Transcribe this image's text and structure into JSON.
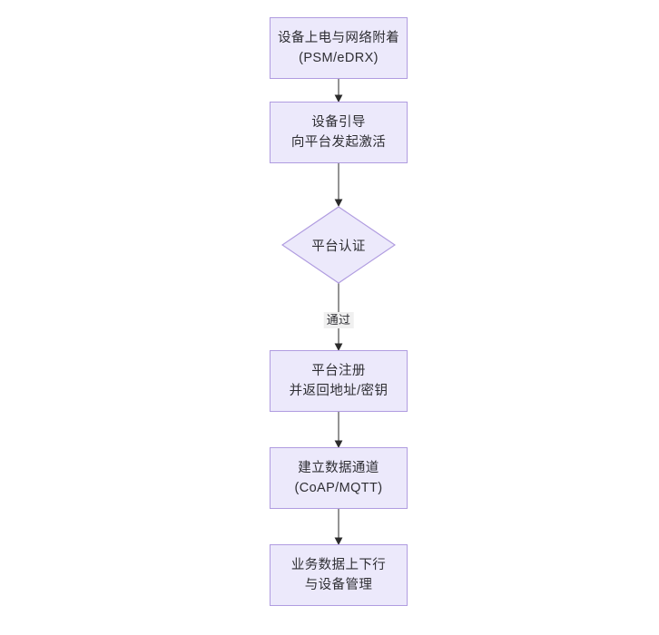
{
  "diagram": {
    "title_visible": false,
    "background_color": "#ffffff",
    "node_fill": "#ece9fb",
    "node_border": "#b09ce0",
    "text_color": "#2e2e33",
    "edge_color": "#5a5a5a",
    "edge_label_bg": "#f0f0f0",
    "nodes": [
      {
        "id": "power-on",
        "shape": "rect",
        "line1": "设备上电与网络附着",
        "line2": "(PSM/eDRX)"
      },
      {
        "id": "bootstrap",
        "shape": "rect",
        "line1": "设备引导",
        "line2": "向平台发起激活"
      },
      {
        "id": "platform-auth",
        "shape": "diamond",
        "line1": "平台认证",
        "line2": ""
      },
      {
        "id": "platform-register",
        "shape": "rect",
        "line1": "平台注册",
        "line2": "并返回地址/密钥"
      },
      {
        "id": "data-channel",
        "shape": "rect",
        "line1": "建立数据通道",
        "line2": "(CoAP/MQTT)"
      },
      {
        "id": "service-data",
        "shape": "rect",
        "line1": "业务数据上下行",
        "line2": "与设备管理"
      }
    ],
    "edges": [
      {
        "id": "e1",
        "from": "power-on",
        "to": "bootstrap",
        "label": ""
      },
      {
        "id": "e2",
        "from": "bootstrap",
        "to": "platform-auth",
        "label": ""
      },
      {
        "id": "e3",
        "from": "platform-auth",
        "to": "platform-register",
        "label": "通过"
      },
      {
        "id": "e4",
        "from": "platform-register",
        "to": "data-channel",
        "label": ""
      },
      {
        "id": "e5",
        "from": "data-channel",
        "to": "service-data",
        "label": ""
      }
    ]
  }
}
